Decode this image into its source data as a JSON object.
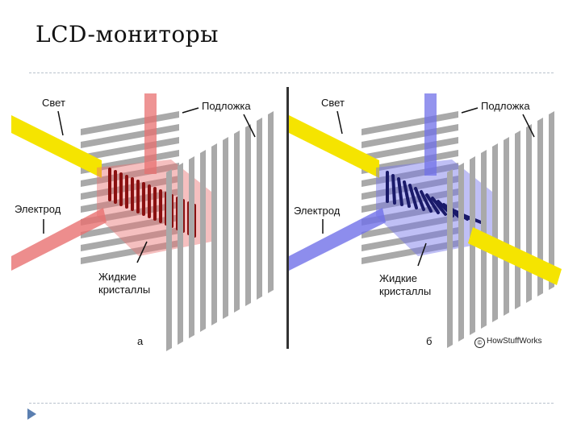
{
  "slide": {
    "title": "LCD-мониторы"
  },
  "panel_a": {
    "light_label": "Свет",
    "substrate_label": "Подложка",
    "electrode_label": "Электрод",
    "crystals_label_line1": "Жидкие",
    "crystals_label_line2": "кристаллы",
    "caption": "а"
  },
  "panel_b": {
    "light_label": "Свет",
    "substrate_label": "Подложка",
    "electrode_label": "Электрод",
    "crystals_label_line1": "Жидкие",
    "crystals_label_line2": "кристаллы",
    "caption": "б",
    "copyright": "HowStuffWorks",
    "copyright_symbol": "©"
  },
  "colors": {
    "light_beam": "#f5e400",
    "electrode_a": "#e87070",
    "electrode_b": "#7070e8",
    "polarizer": "#a9a9a9",
    "crystal_a": "#8a1010",
    "crystal_b": "#1a1a6a",
    "divider": "#333333"
  }
}
